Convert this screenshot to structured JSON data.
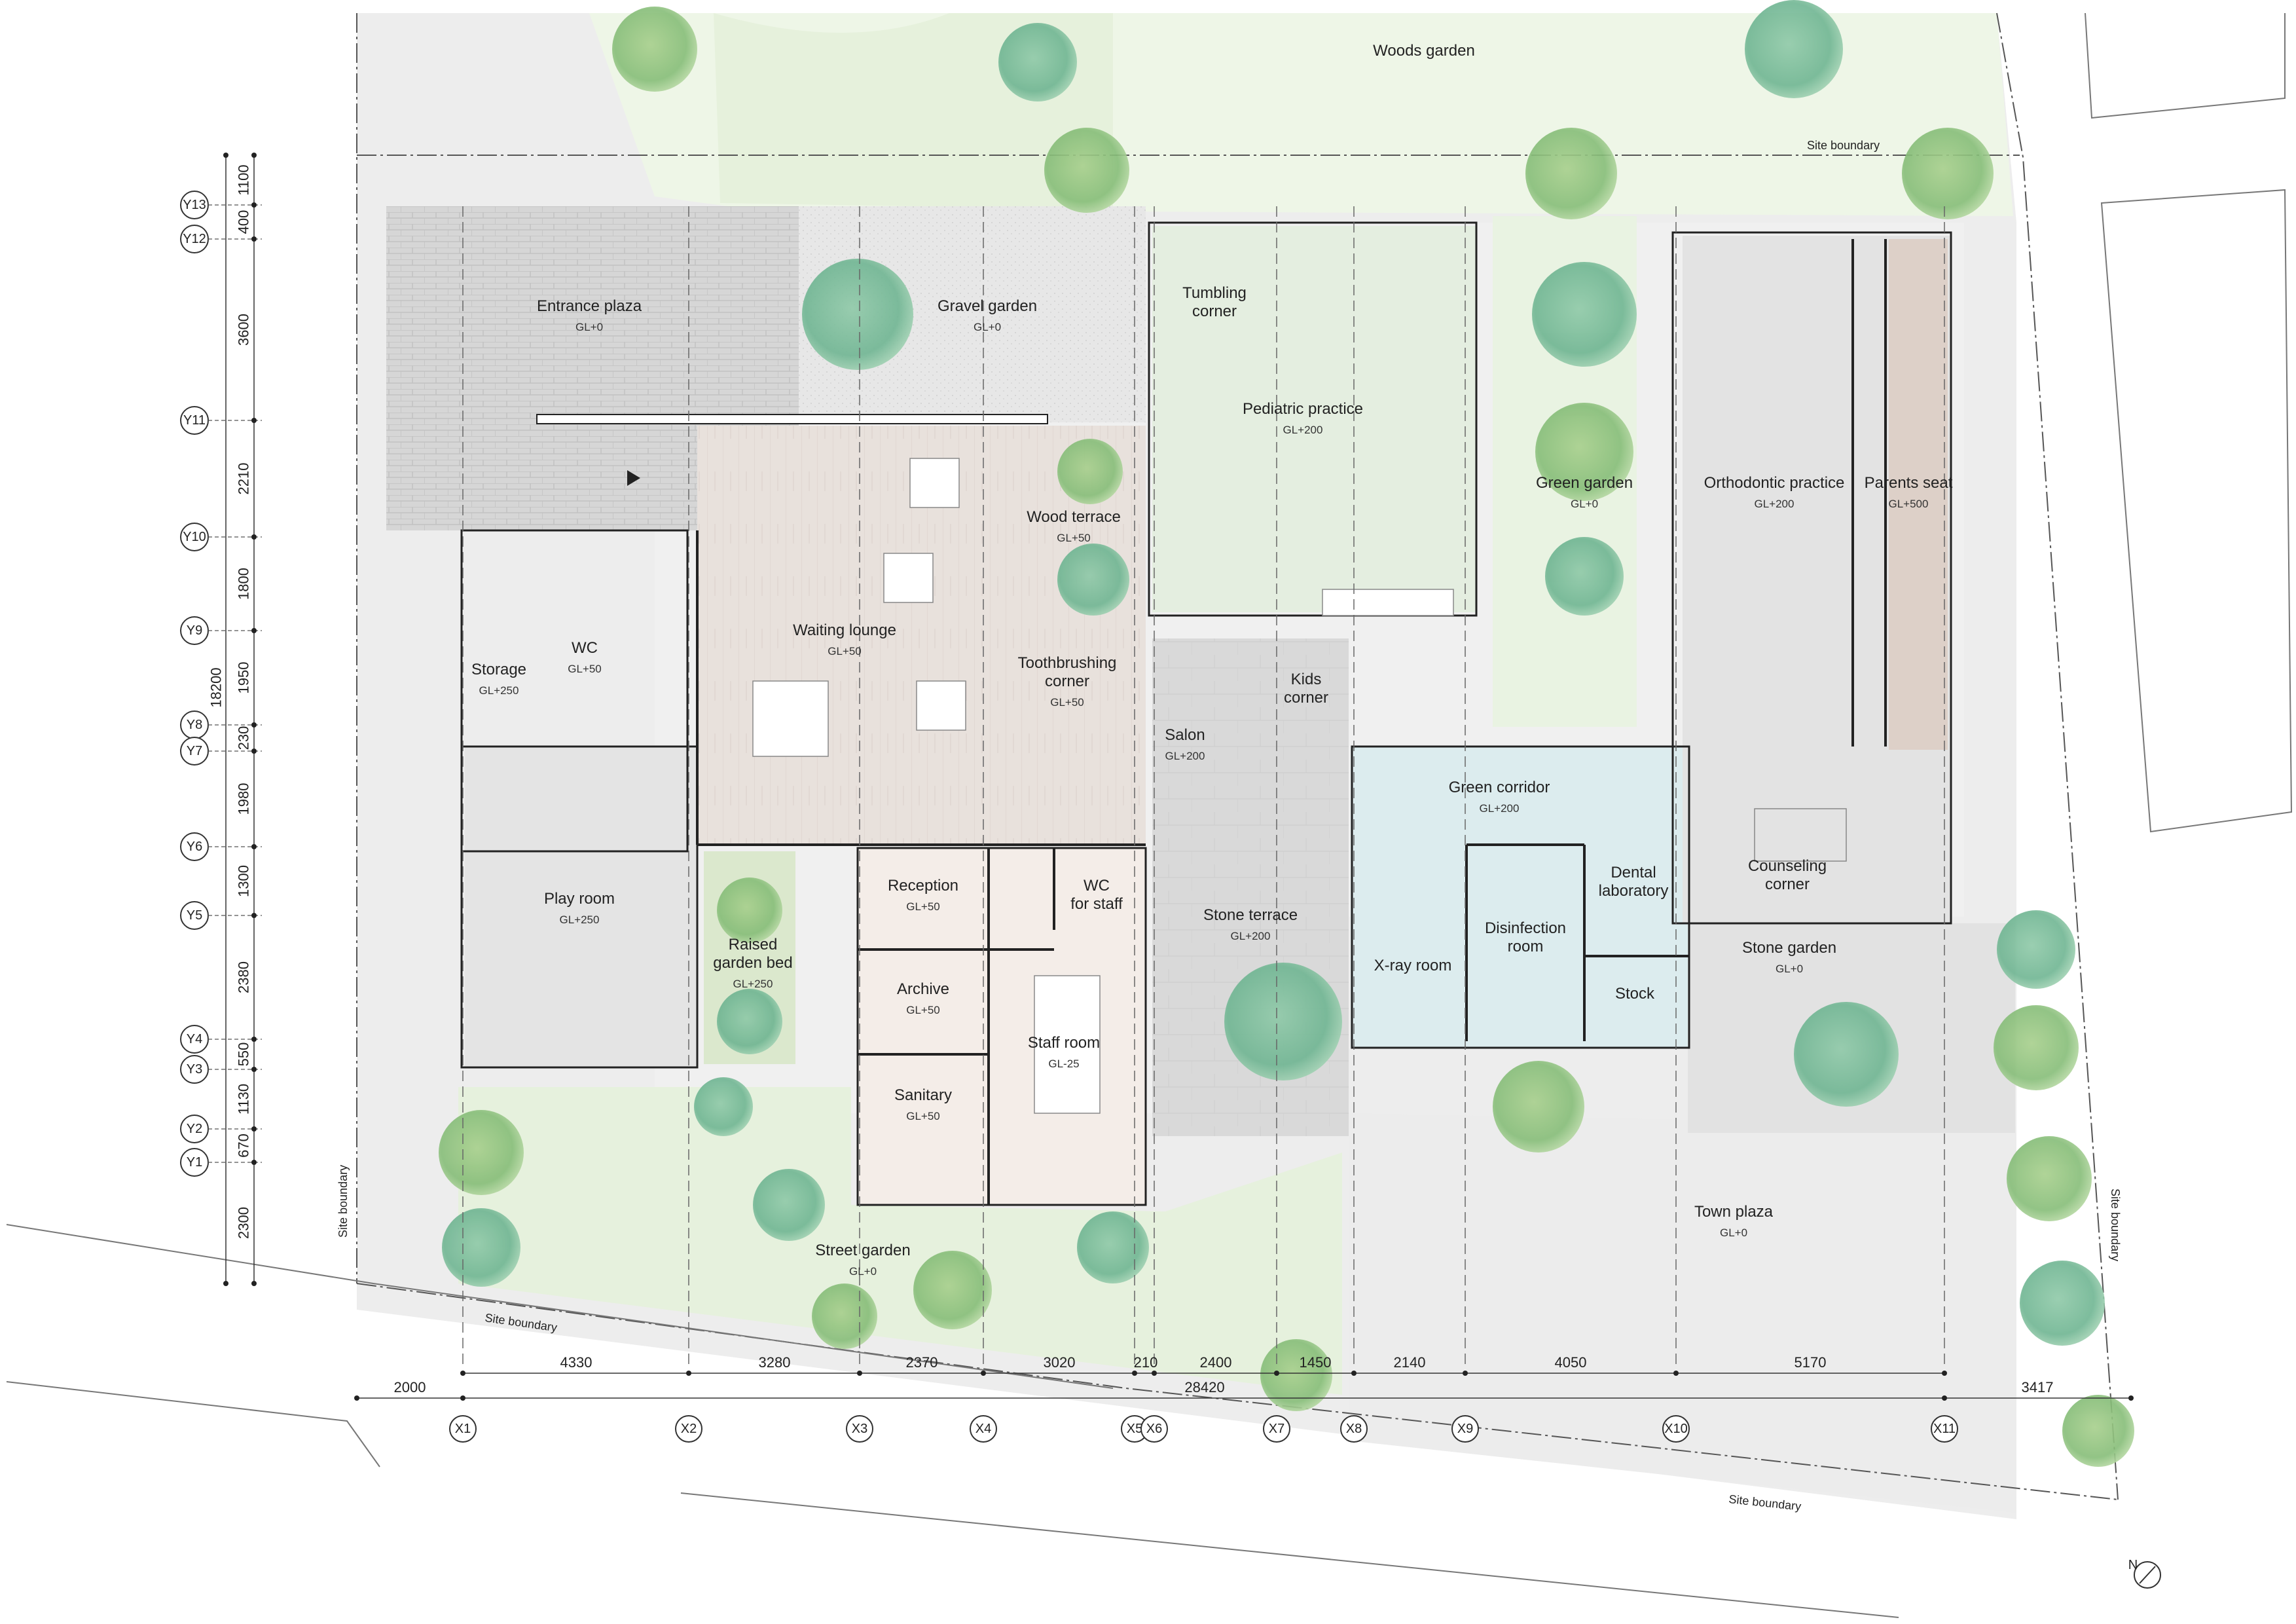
{
  "rooms": [
    {
      "id": "entrance-plaza",
      "name": "Entrance plaza",
      "gl": "GL+0"
    },
    {
      "id": "gravel-garden",
      "name": "Gravel garden",
      "gl": "GL+0"
    },
    {
      "id": "woods-garden",
      "name": "Woods garden",
      "gl": ""
    },
    {
      "id": "tumbling-corner",
      "name": "Tumbling\ncorner",
      "gl": ""
    },
    {
      "id": "pediatric-practice",
      "name": "Pediatric practice",
      "gl": "GL+200"
    },
    {
      "id": "green-garden",
      "name": "Green garden",
      "gl": "GL+0"
    },
    {
      "id": "orthodontic-practice",
      "name": "Orthodontic practice",
      "gl": "GL+200"
    },
    {
      "id": "parents-seat",
      "name": "Parents seat",
      "gl": "GL+500"
    },
    {
      "id": "wood-terrace",
      "name": "Wood terrace",
      "gl": "GL+50"
    },
    {
      "id": "waiting-lounge",
      "name": "Waiting lounge",
      "gl": "GL+50"
    },
    {
      "id": "wc",
      "name": "WC",
      "gl": "GL+50"
    },
    {
      "id": "storage",
      "name": "Storage",
      "gl": "GL+250"
    },
    {
      "id": "toothbrushing-corner",
      "name": "Toothbrushing\ncorner",
      "gl": "GL+50"
    },
    {
      "id": "kids-corner",
      "name": "Kids\ncorner",
      "gl": ""
    },
    {
      "id": "salon",
      "name": "Salon",
      "gl": "GL+200"
    },
    {
      "id": "green-corridor",
      "name": "Green corridor",
      "gl": "GL+200"
    },
    {
      "id": "dental-laboratory",
      "name": "Dental\nlaboratory",
      "gl": ""
    },
    {
      "id": "counseling-corner",
      "name": "Counseling\ncorner",
      "gl": ""
    },
    {
      "id": "play-room",
      "name": "Play room",
      "gl": "GL+250"
    },
    {
      "id": "raised-garden-bed",
      "name": "Raised\ngarden bed",
      "gl": "GL+250"
    },
    {
      "id": "reception",
      "name": "Reception",
      "gl": "GL+50"
    },
    {
      "id": "wc-staff",
      "name": "WC\nfor staff",
      "gl": ""
    },
    {
      "id": "stone-terrace",
      "name": "Stone terrace",
      "gl": "GL+200"
    },
    {
      "id": "disinfection-room",
      "name": "Disinfection\nroom",
      "gl": ""
    },
    {
      "id": "xray-room",
      "name": "X-ray room",
      "gl": ""
    },
    {
      "id": "stock",
      "name": "Stock",
      "gl": ""
    },
    {
      "id": "stone-garden",
      "name": "Stone garden",
      "gl": "GL+0"
    },
    {
      "id": "archive",
      "name": "Archive",
      "gl": "GL+50"
    },
    {
      "id": "staff-room",
      "name": "Staff room",
      "gl": "GL-25"
    },
    {
      "id": "sanitary",
      "name": "Sanitary",
      "gl": "GL+50"
    },
    {
      "id": "street-garden",
      "name": "Street garden",
      "gl": "GL+0"
    },
    {
      "id": "town-plaza",
      "name": "Town plaza",
      "gl": "GL+0"
    }
  ],
  "grid_x": [
    "X1",
    "X2",
    "X3",
    "X4",
    "X5",
    "X6",
    "X7",
    "X8",
    "X9",
    "X10",
    "X11"
  ],
  "grid_y": [
    "Y13",
    "Y12",
    "Y11",
    "Y10",
    "Y9",
    "Y8",
    "Y7",
    "Y6",
    "Y5",
    "Y4",
    "Y3",
    "Y2",
    "Y1"
  ],
  "dims_x": [
    "4330",
    "3280",
    "2370",
    "3020",
    "210",
    "2400",
    "1450",
    "2140",
    "4050",
    "5170"
  ],
  "dims_x_overall": {
    "left": "2000",
    "total": "28420",
    "right": "3417"
  },
  "dims_y": [
    "1100",
    "400",
    "3600",
    "2210",
    "1800",
    "1950",
    "230",
    "1980",
    "1300",
    "2380",
    "550",
    "1130",
    "670",
    "2300"
  ],
  "dims_y_total": "18200",
  "site_boundary_label": "Site boundary",
  "north": "N"
}
